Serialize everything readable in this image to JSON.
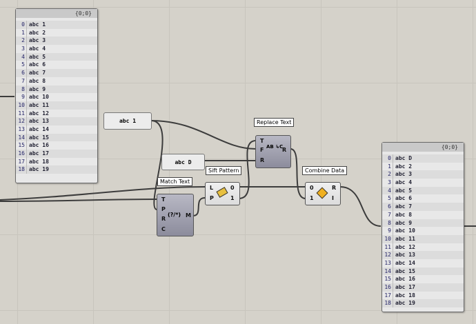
{
  "left_panel": {
    "path": "{0;0}",
    "items": [
      "abc 1",
      "abc 2",
      "abc 3",
      "abc 4",
      "abc 5",
      "abc 6",
      "abc 7",
      "abc 8",
      "abc 9",
      "abc 10",
      "abc 11",
      "abc 12",
      "abc 13",
      "abc 14",
      "abc 15",
      "abc 16",
      "abc 17",
      "abc 18",
      "abc 19"
    ]
  },
  "right_panel": {
    "path": "{0;0}",
    "items": [
      "abc D",
      "abc 2",
      "abc 3",
      "abc 4",
      "abc 5",
      "abc 6",
      "abc 7",
      "abc 8",
      "abc 9",
      "abc 10",
      "abc 11",
      "abc 12",
      "abc 13",
      "abc 14",
      "abc 15",
      "abc 16",
      "abc 17",
      "abc 18",
      "abc 19"
    ]
  },
  "text_abc1": "abc 1",
  "text_abcD": "abc D",
  "replace": {
    "label": "Replace Text",
    "inputs": [
      "T",
      "F",
      "R"
    ],
    "output": "R",
    "icon": "AB ↳C"
  },
  "sift": {
    "label": "Sift Pattern",
    "inputs": [
      "L",
      "P"
    ],
    "outputs": [
      "0",
      "1"
    ]
  },
  "match": {
    "label": "Match Text",
    "inputs": [
      "T",
      "P",
      "R",
      "C"
    ],
    "output": "M",
    "icon": "(?/*)"
  },
  "combine": {
    "label": "Combine Data",
    "inputs": [
      "0",
      "1"
    ],
    "outputs": [
      "R",
      "I"
    ]
  }
}
